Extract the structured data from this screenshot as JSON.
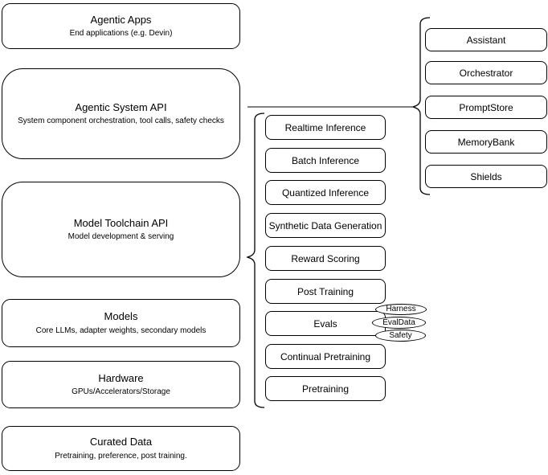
{
  "colors": {
    "stroke": "#000000",
    "background": "#ffffff",
    "connector": "#7f7f7f"
  },
  "left_stack": [
    {
      "title": "Agentic Apps",
      "subtitle": "End applications (e.g. Devin)"
    },
    {
      "title": "Agentic System API",
      "subtitle": "System component orchestration, tool calls, safety checks"
    },
    {
      "title": "Model Toolchain API",
      "subtitle": "Model development & serving"
    },
    {
      "title": "Models",
      "subtitle": "Core LLMs, adapter weights, secondary models"
    },
    {
      "title": "Hardware",
      "subtitle": "GPUs/Accelerators/Storage"
    },
    {
      "title": "Curated Data",
      "subtitle": "Pretraining, preference, post training."
    }
  ],
  "toolchain_stack": [
    "Realtime Inference",
    "Batch Inference",
    "Quantized Inference",
    "Synthetic Data Generation",
    "Reward Scoring",
    "Post Training",
    "Evals",
    "Continual Pretraining",
    "Pretraining"
  ],
  "eval_tags": [
    "Harness",
    "EvalData",
    "Safety"
  ],
  "system_components": [
    "Assistant",
    "Orchestrator",
    "PromptStore",
    "MemoryBank",
    "Shields"
  ]
}
